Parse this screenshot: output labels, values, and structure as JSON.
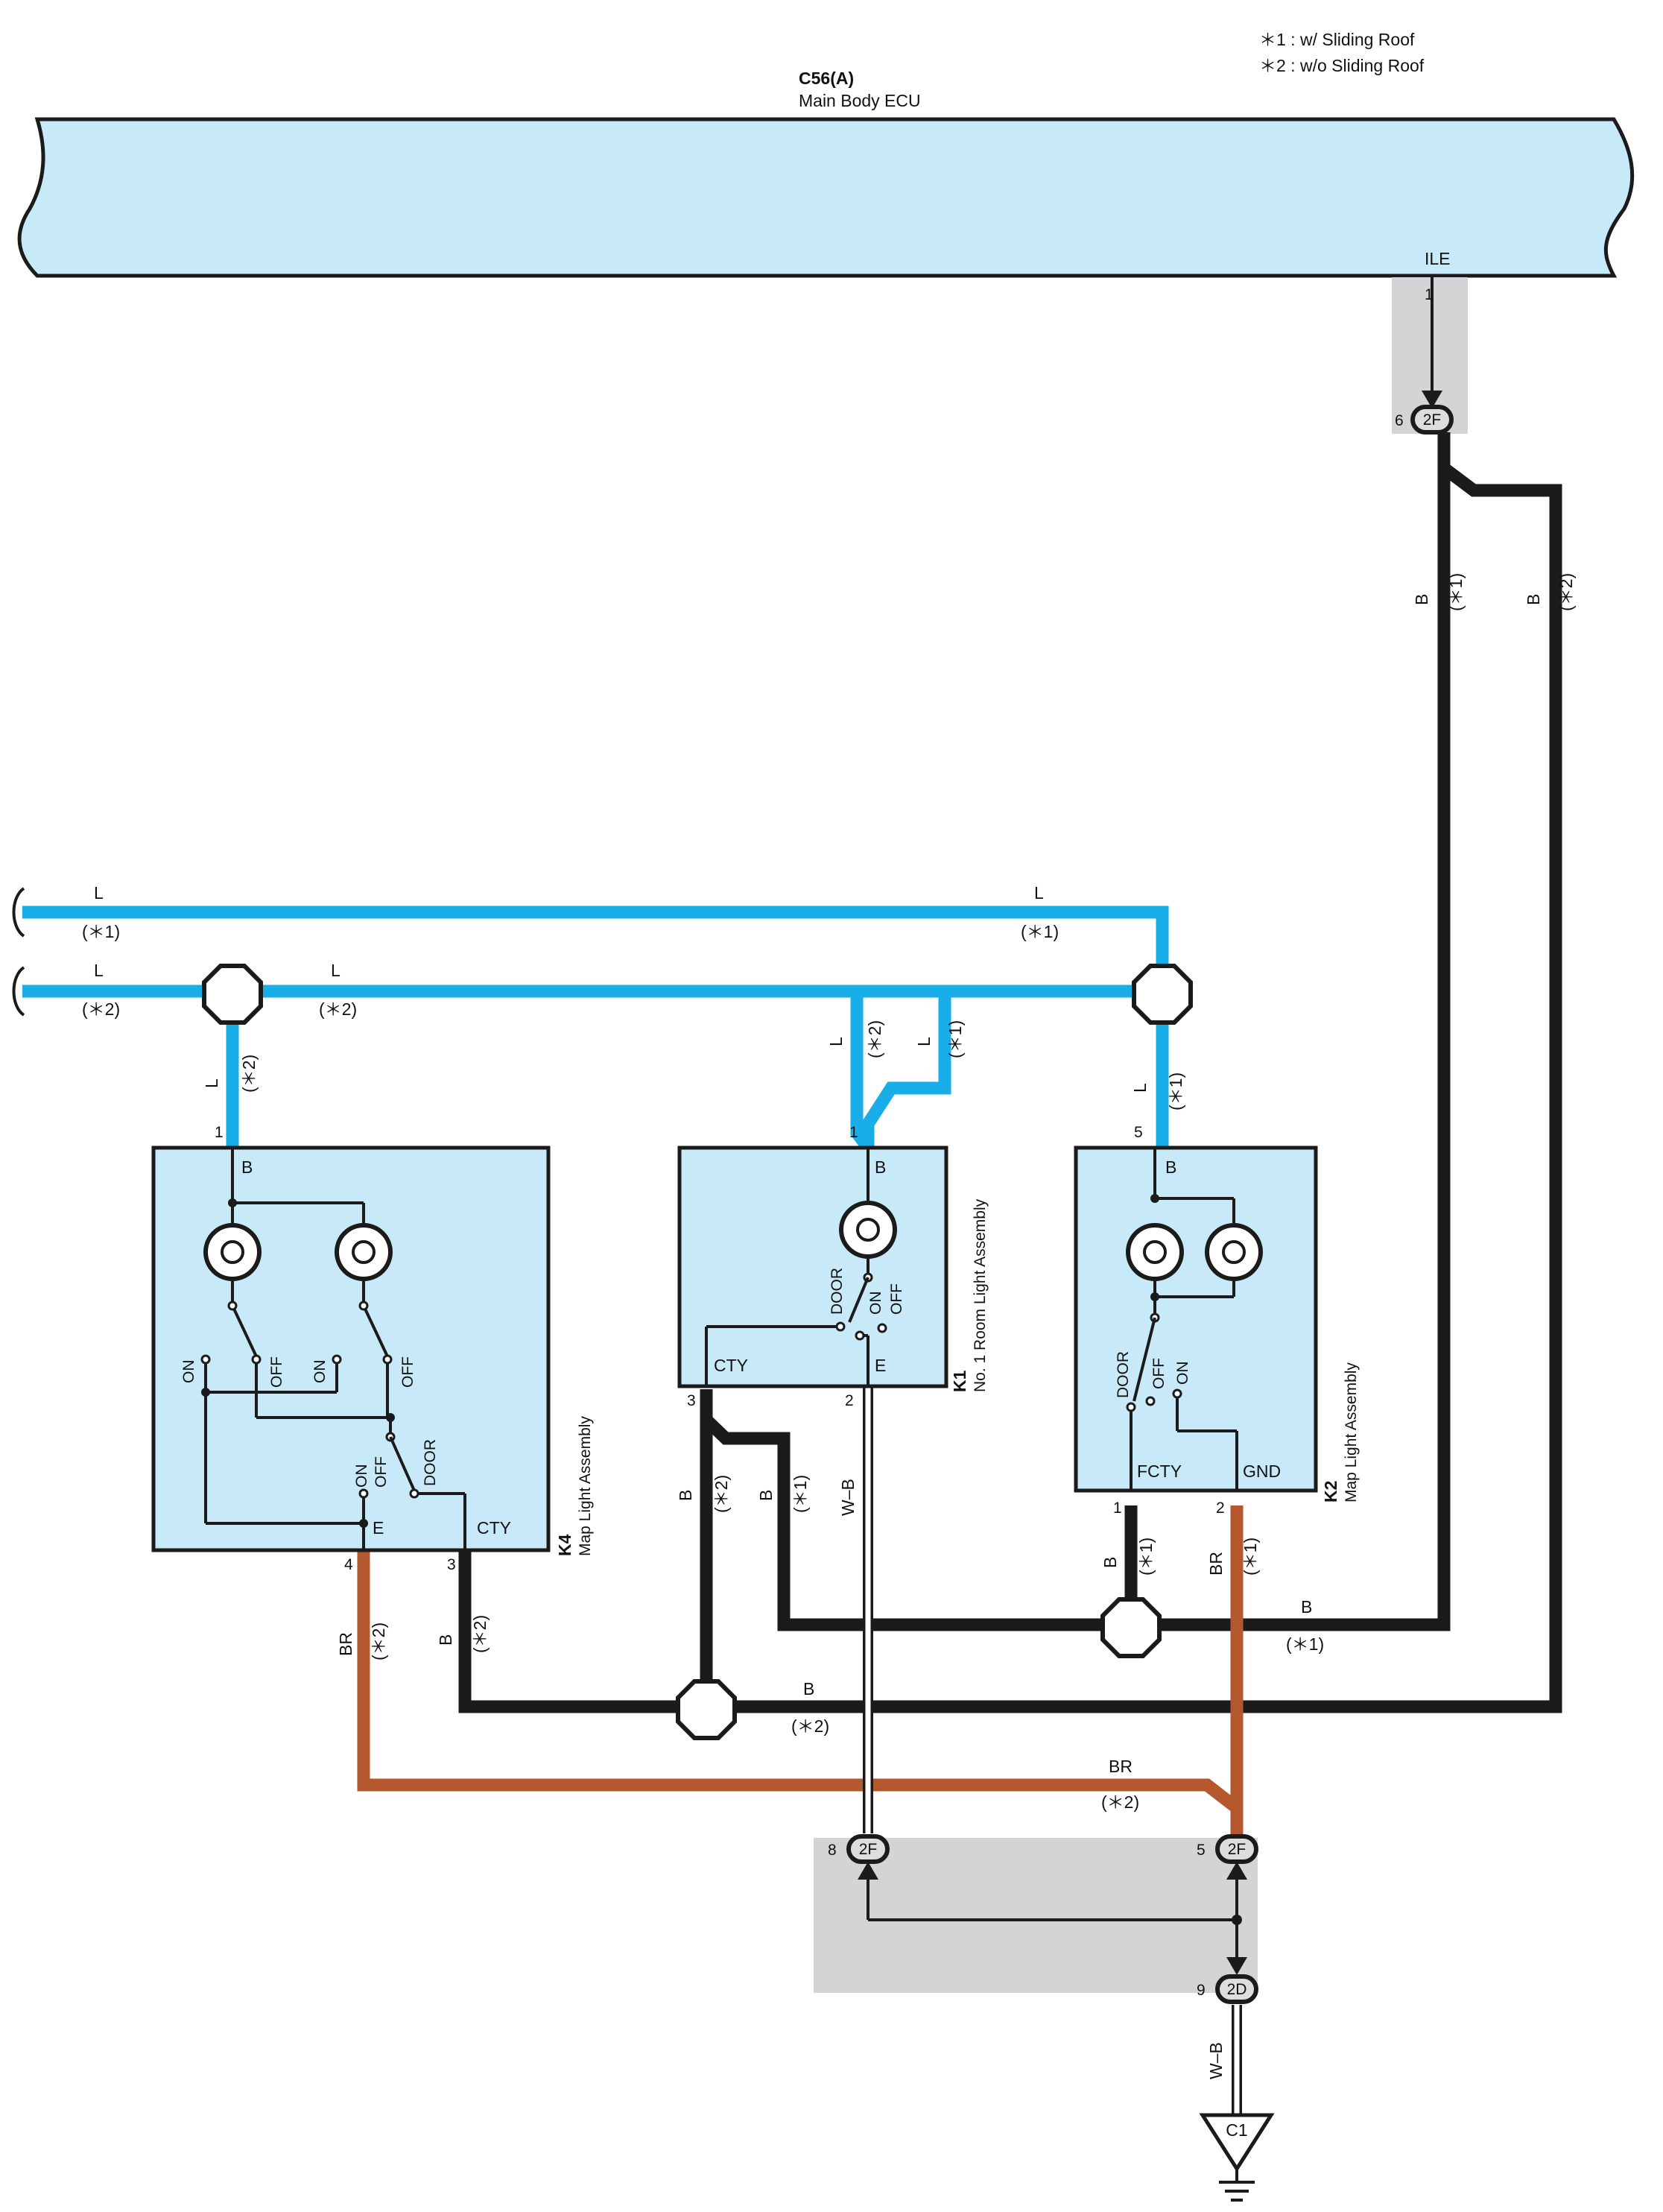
{
  "legend": {
    "note1": "＊1 : w/ Sliding Roof",
    "note2": "＊2 : w/o Sliding Roof"
  },
  "ecu": {
    "code": "C56(A)",
    "name": "Main Body ECU",
    "terminal": "ILE",
    "pin": "1"
  },
  "connectors": {
    "top_2f": {
      "code": "2F",
      "pin": "6"
    },
    "bottom_left_2f": {
      "code": "2F",
      "pin": "8"
    },
    "bottom_right_2f": {
      "code": "2F",
      "pin": "5"
    },
    "bottom_2d": {
      "code": "2D",
      "pin": "9"
    },
    "ground": {
      "code": "C1"
    }
  },
  "components": {
    "k4": {
      "code": "K4",
      "name": "Map Light Assembly",
      "terminals": {
        "b": "B",
        "e": "E",
        "cty": "CTY"
      },
      "pins": {
        "b": "1",
        "e": "4",
        "cty": "3"
      },
      "switch_labels": {
        "on1": "ON",
        "off1": "OFF",
        "on2": "ON",
        "off2": "OFF",
        "on3": "ON",
        "off3": "OFF",
        "door": "DOOR"
      }
    },
    "k1": {
      "code": "K1",
      "name": "No.  1 Room Light Assembly",
      "terminals": {
        "b": "B",
        "cty": "CTY",
        "e": "E"
      },
      "pins": {
        "b": "1",
        "cty": "3",
        "e": "2"
      },
      "switch_labels": {
        "door": "DOOR",
        "on": "ON",
        "off": "OFF"
      }
    },
    "k2": {
      "code": "K2",
      "name": "Map Light Assembly",
      "terminals": {
        "b": "B",
        "fcty": "FCTY",
        "gnd": "GND"
      },
      "pins": {
        "b": "5",
        "fcty": "1",
        "gnd": "2"
      },
      "switch_labels": {
        "door": "DOOR",
        "off": "OFF",
        "on": "ON"
      }
    }
  },
  "wire_labels": {
    "b": "B",
    "l": "L",
    "br": "BR",
    "wb": "W–B",
    "v1": "(＊1)",
    "v2": "(＊2)"
  },
  "colors": {
    "wire_black": "#1b1b1b",
    "wire_blue": "#19aee8",
    "wire_brown": "#b5582f",
    "component_fill": "#c8e9f8",
    "shade": "#d4d4d6"
  }
}
